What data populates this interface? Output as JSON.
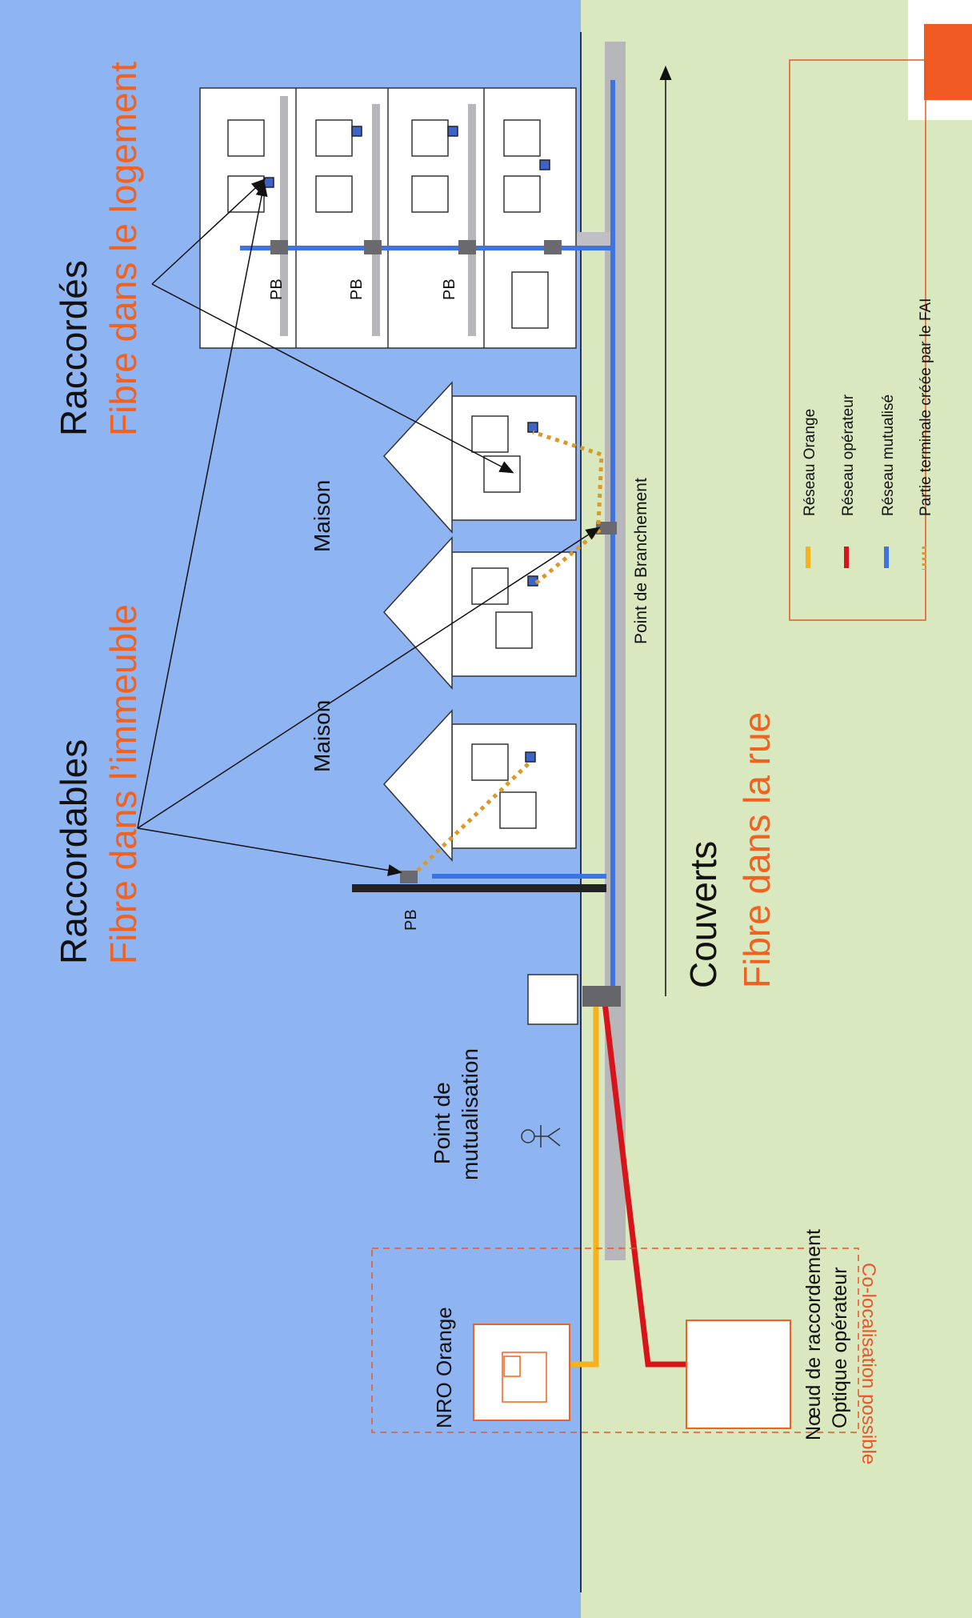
{
  "titles": {
    "raccordables": "Raccordables",
    "fibre_immeuble": "Fibre dans l’immeuble",
    "raccordes": "Raccordés",
    "fibre_logement": "Fibre dans le logement",
    "couverts": "Couverts",
    "fibre_rue": "Fibre dans la rue"
  },
  "labels": {
    "maison_1": "Maison",
    "maison_2": "Maison",
    "pb_pole": "PB",
    "pb_floor_1": "PB",
    "pb_floor_2": "PB",
    "pb_floor_3": "PB",
    "point_branchement": "Point de Branchement",
    "point_mutualisation_1": "Point de",
    "point_mutualisation_2": "mutualisation",
    "nro_orange": "NRO Orange",
    "noeud_1": "Nœud de raccordement",
    "noeud_2": "Optique opérateur",
    "colocalisation": "Co-localisation possible"
  },
  "legend": {
    "items": [
      {
        "label": "Réseau Orange",
        "style": "solid",
        "color": "#f5b21b"
      },
      {
        "label": "Réseau opérateur",
        "style": "solid",
        "color": "#d7141a"
      },
      {
        "label": "Réseau mutualisé",
        "style": "solid",
        "color": "#3d74e0"
      },
      {
        "label": "Partie terminale créée par le FAI",
        "style": "dotted",
        "color": "#d99a2b"
      }
    ]
  },
  "colors": {
    "sky": "#8fb4f2",
    "ground": "#d9e8bf",
    "orange_text": "#f2611d",
    "orange_network": "#f5b21b",
    "operator_network": "#d7141a",
    "shared_network": "#3d74e0",
    "terminal": "#d99a2b",
    "duct": "#b7b7bb"
  }
}
